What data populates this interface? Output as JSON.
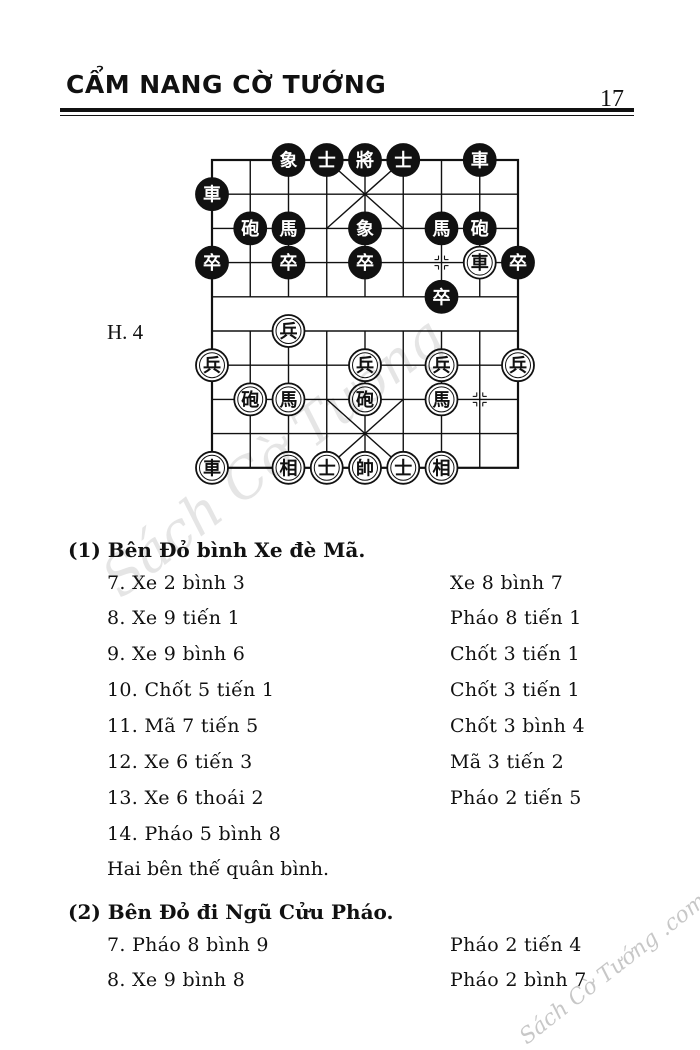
{
  "header": {
    "title": "CẨM NANG CỜ TƯỚNG",
    "page_number": "17"
  },
  "figure": {
    "label": "H. 4",
    "pieces": {
      "black": [
        {
          "char": "象",
          "name": "black-elephant"
        },
        {
          "char": "士",
          "name": "black-advisor"
        },
        {
          "char": "將",
          "name": "black-general"
        },
        {
          "char": "士",
          "name": "black-advisor"
        },
        {
          "char": "車",
          "name": "black-chariot"
        },
        {
          "char": "車",
          "name": "black-chariot"
        },
        {
          "char": "砲",
          "name": "black-cannon"
        },
        {
          "char": "馬",
          "name": "black-horse"
        },
        {
          "char": "象",
          "name": "black-elephant"
        },
        {
          "char": "馬",
          "name": "black-horse"
        },
        {
          "char": "砲",
          "name": "black-cannon"
        },
        {
          "char": "卒",
          "name": "black-soldier"
        },
        {
          "char": "卒",
          "name": "black-soldier"
        },
        {
          "char": "卒",
          "name": "black-soldier"
        },
        {
          "char": "卒",
          "name": "black-soldier"
        },
        {
          "char": "卒",
          "name": "black-soldier"
        }
      ],
      "red": [
        {
          "char": "車",
          "name": "red-chariot"
        },
        {
          "char": "兵",
          "name": "red-soldier"
        },
        {
          "char": "兵",
          "name": "red-soldier"
        },
        {
          "char": "兵",
          "name": "red-soldier"
        },
        {
          "char": "兵",
          "name": "red-soldier"
        },
        {
          "char": "兵",
          "name": "red-soldier"
        },
        {
          "char": "砲",
          "name": "red-cannon"
        },
        {
          "char": "馬",
          "name": "red-horse"
        },
        {
          "char": "砲",
          "name": "red-cannon"
        },
        {
          "char": "馬",
          "name": "red-horse"
        },
        {
          "char": "車",
          "name": "red-chariot"
        },
        {
          "char": "相",
          "name": "red-elephant"
        },
        {
          "char": "士",
          "name": "red-advisor"
        },
        {
          "char": "帥",
          "name": "red-general"
        },
        {
          "char": "士",
          "name": "red-advisor"
        },
        {
          "char": "相",
          "name": "red-elephant"
        }
      ]
    }
  },
  "section1": {
    "heading": "(1) Bên Đỏ bình Xe đè Mã.",
    "moves": [
      {
        "red": "7. Xe 2 bình 3",
        "black": "Xe 8 bình 7"
      },
      {
        "red": "8. Xe 9 tiến 1",
        "black": "Pháo 8 tiến 1"
      },
      {
        "red": "9. Xe 9 bình 6",
        "black": "Chốt 3 tiến 1"
      },
      {
        "red": "10. Chốt 5 tiến 1",
        "black": "Chốt 3 tiến 1"
      },
      {
        "red": "11. Mã 7 tiến 5",
        "black": "Chốt 3 bình 4"
      },
      {
        "red": "12. Xe 6 tiến 3",
        "black": "Mã 3 tiến 2"
      },
      {
        "red": "13. Xe 6 thoái 2",
        "black": "Pháo 2 tiến 5"
      },
      {
        "red": "14. Pháo 5 bình 8",
        "black": ""
      }
    ],
    "summary": "Hai bên thế quân bình."
  },
  "section2": {
    "heading": "(2) Bên Đỏ đi Ngũ Cửu Pháo.",
    "moves": [
      {
        "red": "7. Pháo 8 bình 9",
        "black": "Pháo 2 tiến 4"
      },
      {
        "red": "8. Xe 9 bình 8",
        "black": "Pháo 2 bình 7"
      }
    ]
  },
  "watermark": {
    "text": "Sách Cờ Tướng",
    "corner_text": "Sách Cờ Tướng .com"
  },
  "colors": {
    "black_piece": "#111111",
    "red_piece_fill": "#ffffff",
    "line": "#111111"
  }
}
